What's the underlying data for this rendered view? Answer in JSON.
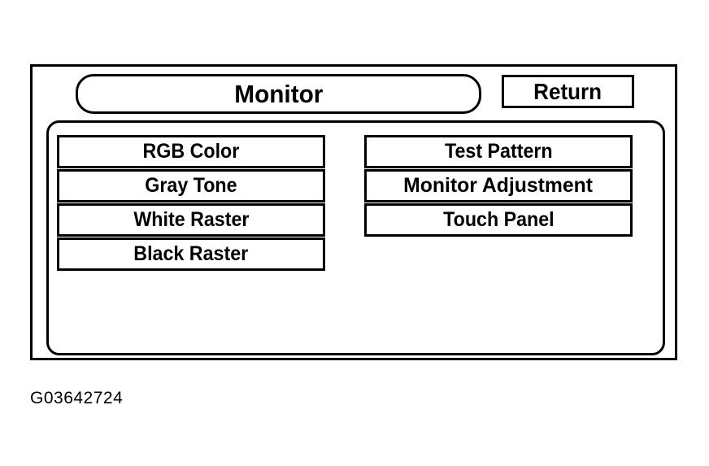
{
  "figure": {
    "caption": "G03642724"
  },
  "screen": {
    "title": "Monitor",
    "return_label": "Return",
    "menu_columns": [
      {
        "side": "left",
        "buttons": [
          {
            "label": "RGB Color"
          },
          {
            "label": "Gray Tone"
          },
          {
            "label": "White Raster"
          },
          {
            "label": "Black Raster"
          }
        ]
      },
      {
        "side": "right",
        "buttons": [
          {
            "label": "Test Pattern"
          },
          {
            "label": "Monitor Adjustment"
          },
          {
            "label": "Touch Panel"
          }
        ]
      }
    ]
  },
  "colors": {
    "line": "#000000",
    "background": "#ffffff"
  }
}
